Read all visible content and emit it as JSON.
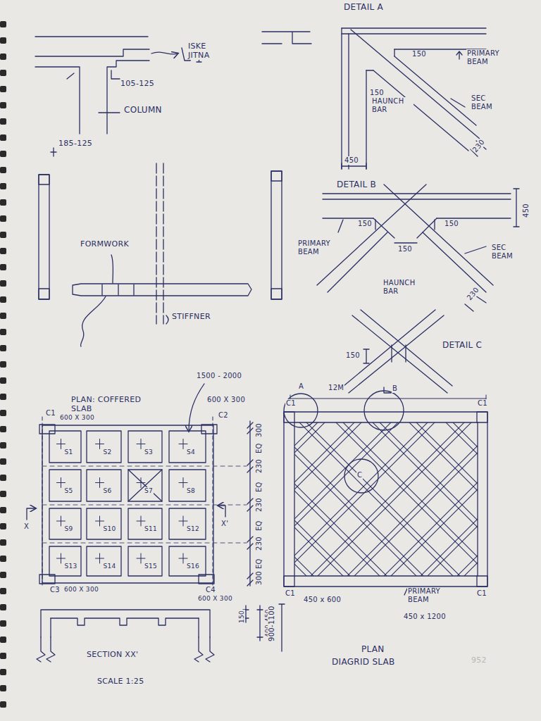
{
  "diagram": {
    "labels": [
      "ISKE JITNA",
      "105-125",
      "COLUMN",
      "185-125",
      "FORMWORK",
      "STIFFNER",
      "DETAIL A",
      "150",
      "PRIMARY BEAM",
      "150",
      "HAUNCH BAR",
      "SEC BEAM",
      "450",
      "230",
      "DETAIL B",
      "450",
      "150",
      "150",
      "PRIMARY BEAM",
      "150",
      "SEC BEAM",
      "HAUNCH BAR",
      "230",
      "150",
      "DETAIL C",
      "1500 - 2000",
      "PLAN: COFFERED SLAB",
      "600 X 300",
      "C1",
      "600 X 300",
      "C2",
      "S1",
      "S2",
      "S3",
      "S4",
      "S5",
      "S6",
      "S7",
      "S8",
      "S9",
      "S10",
      "S11",
      "S12",
      "S13",
      "S14",
      "S15",
      "S16",
      "300",
      "EQ",
      "230",
      "EQ",
      "230",
      "EQ",
      "230",
      "EQ",
      "300",
      "X",
      "X'",
      "C3",
      "600 X 300",
      "C4",
      "600 X 300",
      "150",
      "400-450",
      "SECTION XX'",
      "SCALE 1:25",
      "A",
      "12M",
      "B",
      "C1",
      "C1",
      "C",
      "C1",
      "450 x 600",
      "C1",
      "PRIMARY BEAM",
      "450 x 1200",
      "900-1100",
      "PLAN",
      "DIAGRID SLAB",
      "952"
    ]
  }
}
